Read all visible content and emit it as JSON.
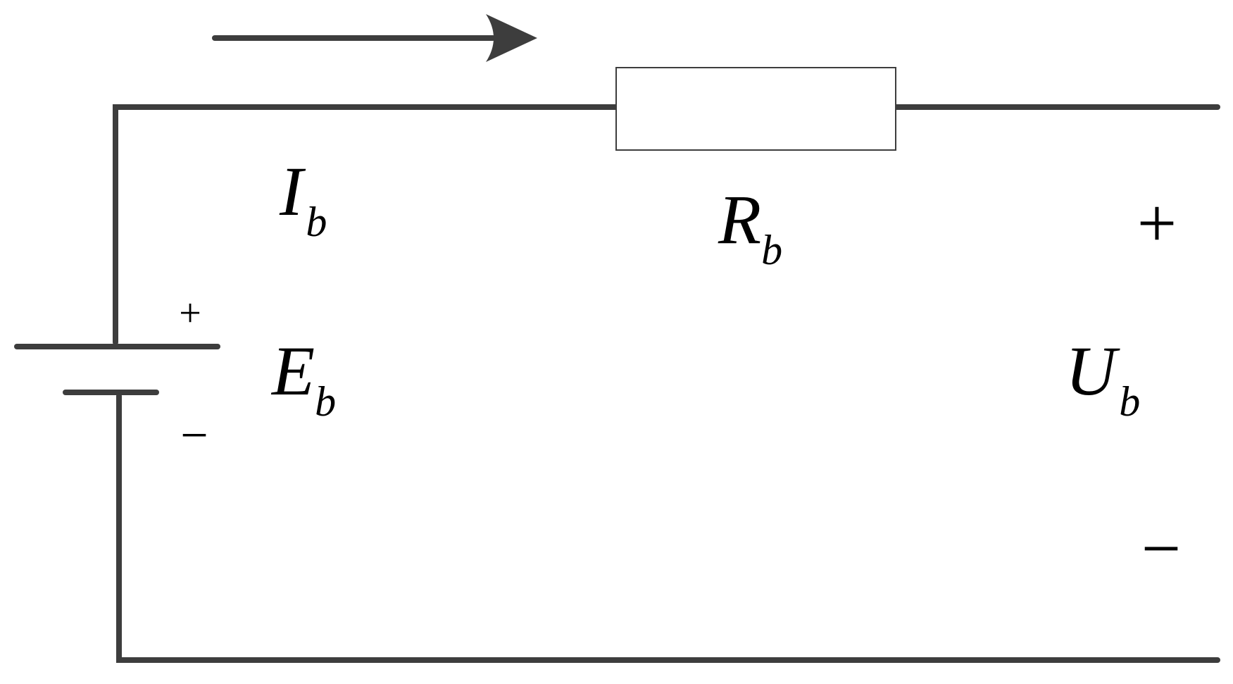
{
  "labels": {
    "current": {
      "symbol": "I",
      "subscript": "b"
    },
    "resistance": {
      "symbol": "R",
      "subscript": "b"
    },
    "source": {
      "symbol": "E",
      "subscript": "b"
    },
    "voltage": {
      "symbol": "U",
      "subscript": "b"
    }
  },
  "signs": {
    "source_plus": "+",
    "source_minus": "−",
    "output_plus": "+",
    "output_minus": "−"
  },
  "colors": {
    "wire": "#3d3d3d",
    "text": "#000000",
    "background": "#ffffff"
  }
}
